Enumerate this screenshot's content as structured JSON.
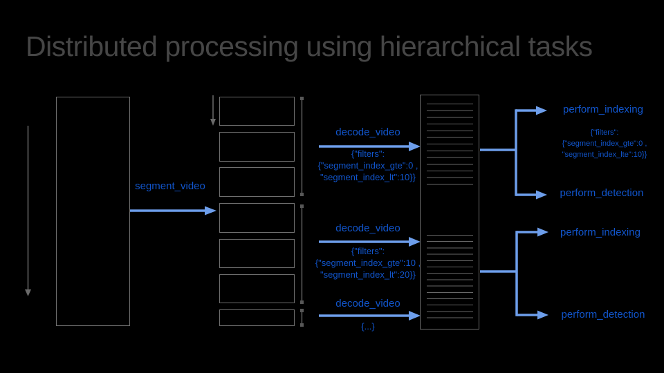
{
  "title": "Distributed processing using hierarchical tasks",
  "colors": {
    "background": "#000000",
    "title_gray": "#464646",
    "task_label_blue": "#1155cc",
    "arrow_blue": "#6d9eeb",
    "shape_gray": "#6f6f6f"
  },
  "tasks": {
    "segment": {
      "label": "segment_video"
    },
    "decode_1": {
      "label": "decode_video",
      "params": [
        "{\"filters\":",
        "{\"segment_index_gte\":0 ,",
        "\"segment_index_lt\":10}}"
      ]
    },
    "decode_2": {
      "label": "decode_video",
      "params": [
        "{\"filters\":",
        "{\"segment_index_gte\":10 ,",
        "\"segment_index_lt\":20}}"
      ]
    },
    "decode_3": {
      "label": "decode_video",
      "params": [
        "{...}"
      ]
    },
    "group_1": {
      "indexing": {
        "label": "perform_indexing",
        "params": [
          "{\"filters\":",
          "{\"segment_index_gte\":0 ,",
          "\"segment_index_lte\":10}}"
        ]
      },
      "detection": {
        "label": "perform_detection"
      }
    },
    "group_2": {
      "indexing": {
        "label": "perform_indexing"
      },
      "detection": {
        "label": "perform_detection"
      }
    }
  }
}
